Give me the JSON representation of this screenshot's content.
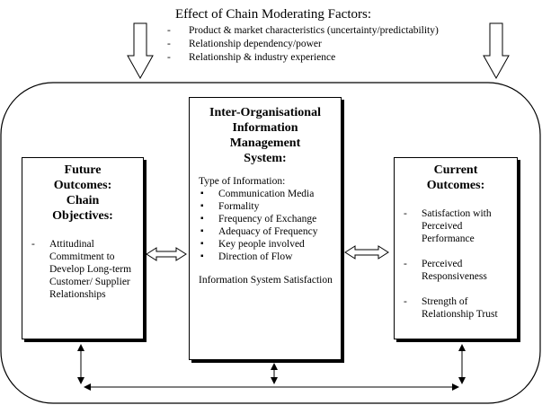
{
  "moderating": {
    "title": "Effect of Chain Moderating Factors:",
    "factors": [
      "Product & market characteristics (uncertainty/predictability)",
      "Relationship dependency/power",
      "Relationship & industry experience"
    ]
  },
  "future": {
    "title_lines": [
      "Future",
      "Outcomes:",
      "Chain",
      "Objectives:"
    ],
    "items": [
      "Attitudinal Commitment to Develop Long-term Customer/ Supplier Relationships"
    ]
  },
  "center": {
    "title_lines": [
      "Inter-Organisational",
      "Information",
      "Management",
      "System:"
    ],
    "type_label": "Type of Information:",
    "types": [
      "Communication Media",
      "Formality",
      "Frequency of Exchange",
      "Adequacy of Frequency",
      "Key people involved",
      "Direction of Flow"
    ],
    "footer": "Information System Satisfaction"
  },
  "current": {
    "title_lines": [
      "Current",
      "Outcomes:"
    ],
    "items": [
      "Satisfaction with Perceived Performance",
      "Perceived Responsiveness",
      "Strength of Relationship Trust"
    ]
  }
}
